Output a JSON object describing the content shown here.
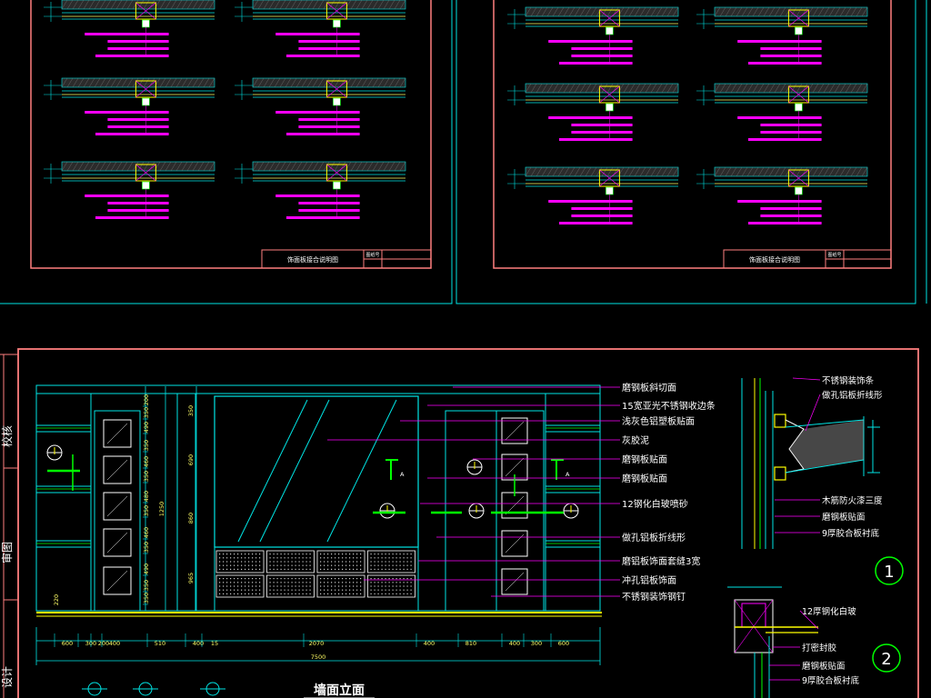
{
  "drawing": {
    "elevation_title": "墙面立面",
    "sheet_left_title": "饰面板接合说明图",
    "sheet_right_title": "饰面板接合说明图",
    "sheet_left_number": "图纸号",
    "sheet_right_number": "图纸号"
  },
  "annotations_elevation": [
    "磨钢板斜切面",
    "15宽亚光不锈钢收边条",
    "浅灰色铝塑板贴面",
    "灰胶泥",
    "磨钢板贴面",
    "磨钢板贴面",
    "12钢化白玻喷砂",
    "做孔铝板折线形",
    "磨铝板饰面套缝3宽",
    "冲孔铝板饰面",
    "不锈钢装饰钢钉"
  ],
  "annotations_detail1": [
    "不锈钢装饰条",
    "做孔铝板折线形",
    "木筋防火漆三度",
    "磨钢板贴面",
    "9厚胶合板衬底"
  ],
  "annotations_detail2": [
    "12厚钢化白玻",
    "打密封胶",
    "磨钢板贴面",
    "9厚胶合板衬底"
  ],
  "detail_markers": [
    "1",
    "2"
  ],
  "section_marks": [
    "A",
    "A"
  ],
  "dims_bottom": [
    "600",
    "300",
    "200",
    "400",
    "510",
    "400",
    "15",
    "2070",
    "400",
    "810",
    "400",
    "300",
    "600"
  ],
  "dim_total": "7500",
  "dims_vertical": [
    "200",
    "350",
    "490",
    "350",
    "460",
    "350",
    "480",
    "350",
    "460",
    "350",
    "490",
    "350",
    "350"
  ],
  "dims_mid": [
    "350",
    "690",
    "860",
    "1250",
    "965",
    "220"
  ],
  "title_block_left": [
    "校核",
    "审图",
    "设计"
  ],
  "colors": {
    "background": "#000000",
    "frame": "#ff7f7f",
    "line_cyan": "#00e5e5",
    "line_green": "#00ff00",
    "leader_magenta": "#ff00ff",
    "floor_yellow": "#ffff00",
    "text": "#ffffff"
  }
}
